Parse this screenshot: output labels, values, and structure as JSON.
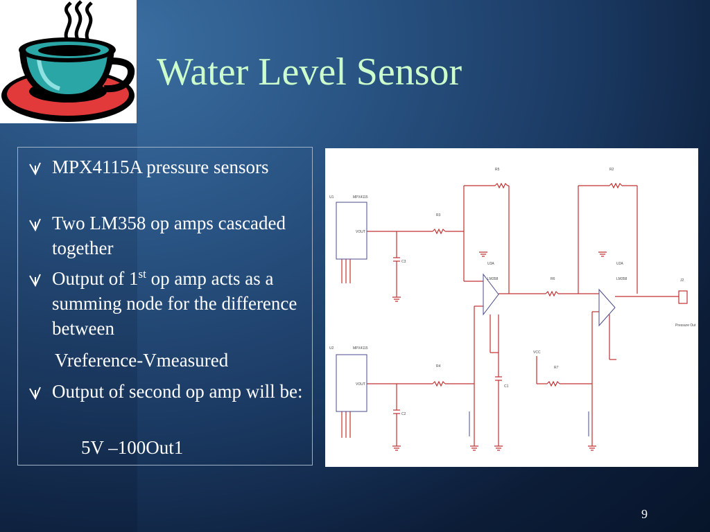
{
  "slide": {
    "title": "Water Level Sensor",
    "page_number": "9"
  },
  "bullets": [
    {
      "text": "MPX4115A pressure sensors"
    },
    {
      "text": "Two LM358 op amps cascaded together"
    },
    {
      "text_before": "Output of 1",
      "superscript": "st",
      "text_after": " op amp acts as a summing node for the difference between"
    },
    {
      "text": "Output of second op amp will be:"
    }
  ],
  "plain_lines": {
    "vref_line": "Vreference-Vmeasured",
    "formula_line": "5V –100Out1"
  },
  "icons": {
    "logo": "coffee-cup-logo-icon",
    "bullet": "check-arrow-bullet-icon"
  },
  "colors": {
    "title": "#ccffcc",
    "body_text": "#ffffff",
    "wire": "#c03030",
    "component": "#4a4a8a"
  },
  "schematic": {
    "component_labels": [
      "U1",
      "MPX4115",
      "VOUT",
      "C3",
      "U3A",
      "LM358",
      "R3",
      "R5",
      "R6",
      "U2",
      "C2",
      "R4",
      "U2A",
      "VCC",
      "C1",
      "R7",
      "R2",
      "J2",
      "Pressure Out"
    ]
  }
}
